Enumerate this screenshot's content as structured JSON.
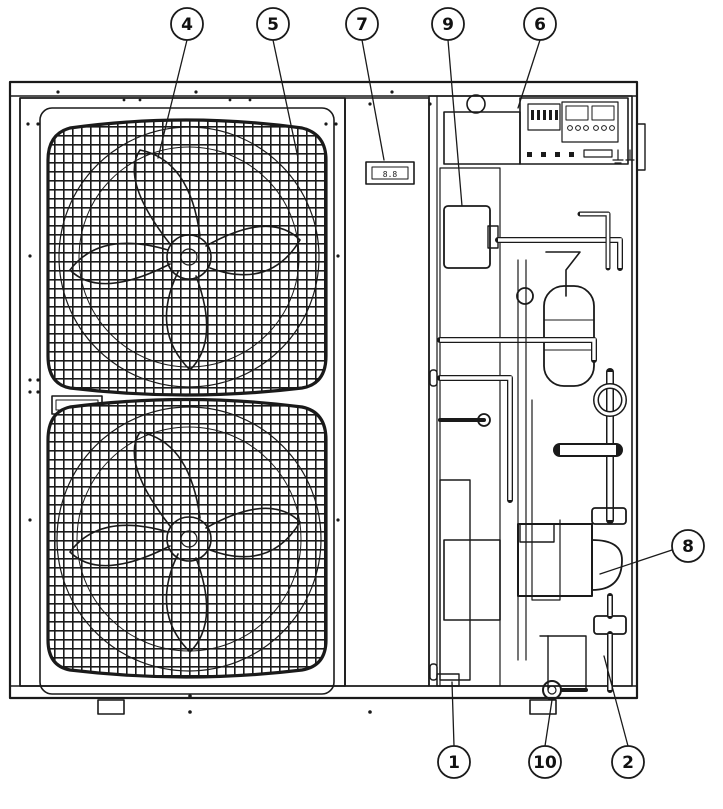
{
  "diagram": {
    "callouts": [
      {
        "id": "c4",
        "label": "4"
      },
      {
        "id": "c5",
        "label": "5"
      },
      {
        "id": "c7",
        "label": "7"
      },
      {
        "id": "c9",
        "label": "9"
      },
      {
        "id": "c6",
        "label": "6"
      },
      {
        "id": "c8",
        "label": "8"
      },
      {
        "id": "c1",
        "label": "1"
      },
      {
        "id": "c10",
        "label": "10"
      },
      {
        "id": "c2",
        "label": "2"
      }
    ]
  }
}
